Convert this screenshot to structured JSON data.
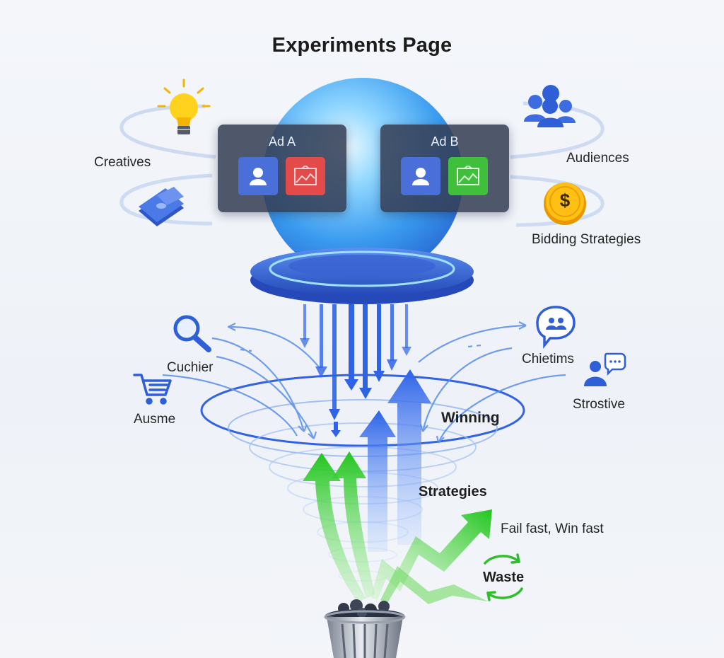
{
  "title": "Experiments Page",
  "cards": {
    "a": {
      "title": "Ad A"
    },
    "b": {
      "title": "Ad B"
    }
  },
  "labels": {
    "creatives": "Creatives",
    "audiences": "Audiences",
    "bidding": "Bidding Strategies",
    "cuchier": "Cuchier",
    "ausme": "Ausme",
    "chietims": "Chietims",
    "strostive": "Strostive",
    "winning": "Winning",
    "strategies": "Strategies",
    "fail_fast": "Fail fast, Win fast",
    "waste": "Waste"
  },
  "icons": {
    "lightbulb": "lightbulb-icon",
    "money": "money-icon",
    "audience": "audience-group-icon",
    "dollar": "dollar-coin-icon",
    "search": "search-icon",
    "cart": "shopping-cart-icon",
    "chat": "chat-bubble-icon",
    "person_chat": "person-chat-icon",
    "trash": "trash-can-icon",
    "recycle": "recycle-icon",
    "user": "user-icon",
    "image": "image-icon"
  },
  "colors": {
    "sphere": "#4aa3f0",
    "platform": "#3e6fd8",
    "card_bg": "#343c54",
    "arrow_blue": "#2e63e8",
    "arrow_green": "#2fcf2a",
    "accent_red": "#e34a4a",
    "accent_green": "#3fbf3c",
    "coin": "#f5b400"
  }
}
